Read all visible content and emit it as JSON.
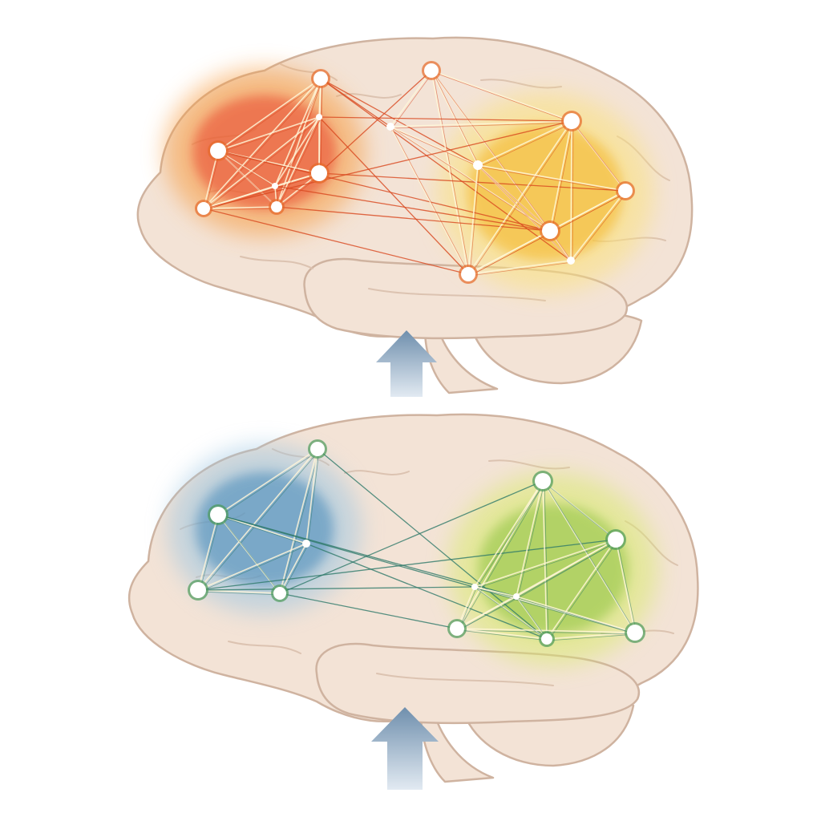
{
  "colors": {
    "background": "#ffffff",
    "brain_fill": "#f3e3d6",
    "brain_outline": "#cfb3a0",
    "fold_line": "#dcc3b1",
    "arrow_top": "#6f8fad",
    "arrow_bottom": "#e2eaf2"
  },
  "panels": [
    {
      "id": "top",
      "cluster_front": {
        "color": "#e8432a",
        "light": "#f79a3c",
        "name": "cluster-front-red"
      },
      "cluster_back": {
        "color": "#f4b41a",
        "light": "#fbe27a",
        "name": "cluster-back-yellow"
      },
      "edge_color": "#d9481f",
      "node_ring": "#e66a2a"
    },
    {
      "id": "bottom",
      "cluster_front": {
        "color": "#3f86b8",
        "light": "#9cc6e2",
        "name": "cluster-front-blue"
      },
      "cluster_back": {
        "color": "#8ac23a",
        "light": "#d8eb6c",
        "name": "cluster-back-green"
      },
      "edge_color": "#2f7a6a",
      "node_ring": "#4c9a5a"
    }
  ],
  "icons": [
    "arrow-up-icon",
    "arrow-up-icon"
  ]
}
